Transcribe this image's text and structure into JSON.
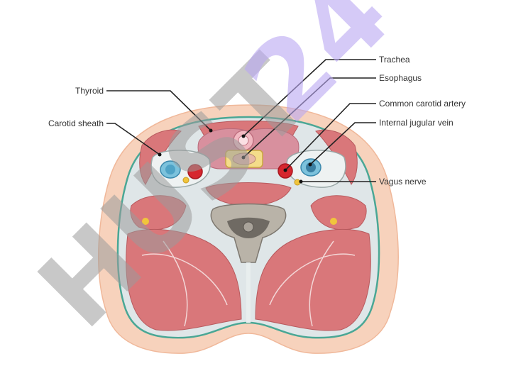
{
  "diagram": {
    "labels": {
      "thyroid": "Thyroid",
      "carotid_sheath": "Carotid sheath",
      "trachea": "Trachea",
      "esophagus": "Esophagus",
      "common_carotid_artery": "Common carotid artery",
      "internal_jugular_vein": "Internal jugular vein",
      "vagus_nerve": "Vagus nerve"
    },
    "watermark": "HUST24"
  },
  "colors": {
    "skin": "#f7d2bc",
    "fascia": "#4aa795",
    "muscle": "#d9777a",
    "fat": "#dfe6e8",
    "artery": "#d6262e",
    "vein": "#4fa3c6",
    "nerve": "#f0c53c",
    "thyroid": "#d8909e",
    "bone": "#7d7870"
  }
}
